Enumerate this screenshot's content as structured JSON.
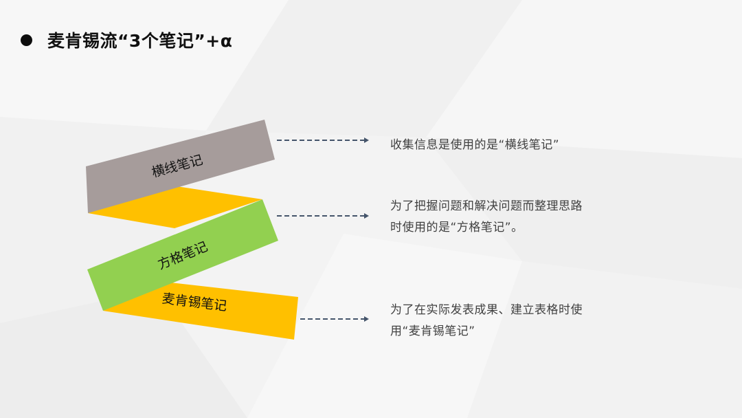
{
  "slide": {
    "title": "麦肯锡流“3个笔记”+α",
    "bullet_icon": "filled-circle"
  },
  "notes": [
    {
      "label": "横线笔记",
      "color": "#a69c9b",
      "description_lines": [
        "收集信息是使用的是“横线笔记”"
      ]
    },
    {
      "label": "方格笔记",
      "color": "#92d050",
      "description_lines": [
        "为了把握问题和解决问题而整理思路",
        "时使用的是“方格笔记”。"
      ]
    },
    {
      "label": "麦肯锡笔记",
      "color": "#ffc000",
      "description_lines": [
        "为了在实际发表成果、建立表格时使",
        "用“麦肯锡笔记”"
      ]
    }
  ],
  "connector_color": "#44546a"
}
